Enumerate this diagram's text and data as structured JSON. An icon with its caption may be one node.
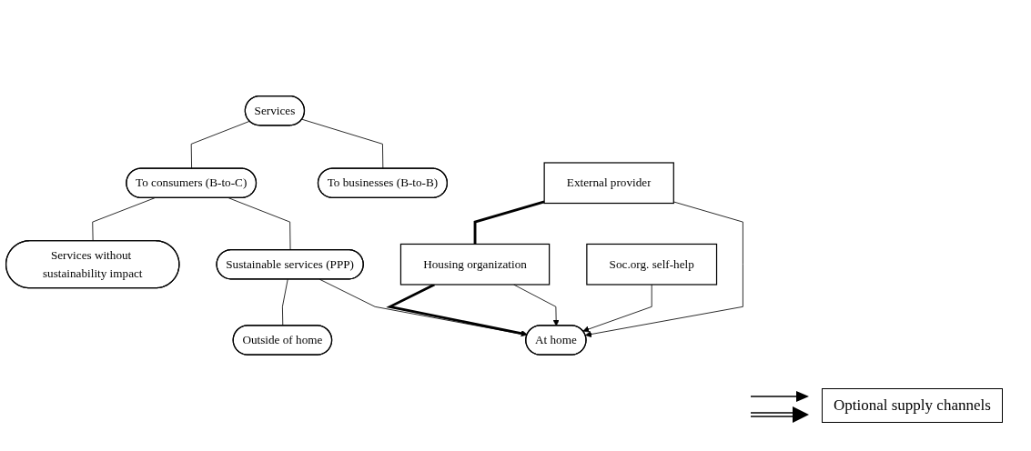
{
  "diagram": {
    "nodes": [
      {
        "text": [
          "Services"
        ]
      },
      {
        "text": [
          "To businesses (B-to-B)"
        ]
      },
      {
        "text": [
          "To consumers (B-to-C)"
        ]
      },
      {
        "text": [
          "Sustainable services (PPP)"
        ]
      },
      {
        "text": [
          "Services without sustainability impact"
        ]
      },
      {
        "text": [
          "At home"
        ]
      },
      {
        "text": [
          "Outside of home"
        ]
      },
      {
        "text": [
          "External provider"
        ]
      },
      {
        "text": [
          "Housing organization"
        ]
      },
      {
        "text": [
          "Soc.org. self-help"
        ]
      }
    ],
    "edges": [
      {
        "from": 0,
        "to": 1,
        "arrow": "none"
      },
      {
        "from": 0,
        "to": 2,
        "arrow": "none"
      },
      {
        "from": 2,
        "to": 3,
        "arrow": "none"
      },
      {
        "from": 2,
        "to": 4,
        "arrow": "none"
      },
      {
        "from": 3,
        "to": 5,
        "arrow": "none"
      },
      {
        "from": 3,
        "to": 6,
        "arrow": "none"
      },
      {
        "from": 7,
        "to": 5,
        "arrow": "to"
      },
      {
        "from": 8,
        "to": 5,
        "arrow": "to"
      },
      {
        "from": 8,
        "to": 5,
        "arrow": "to",
        "style": "thick"
      },
      {
        "from": 9,
        "to": 5,
        "arrow": "to"
      },
      {
        "from": 7,
        "to": 8,
        "arrow": "none",
        "style": "thick"
      }
    ],
    "legend": [
      {
        "text": "Optional supply channels"
      }
    ]
  }
}
